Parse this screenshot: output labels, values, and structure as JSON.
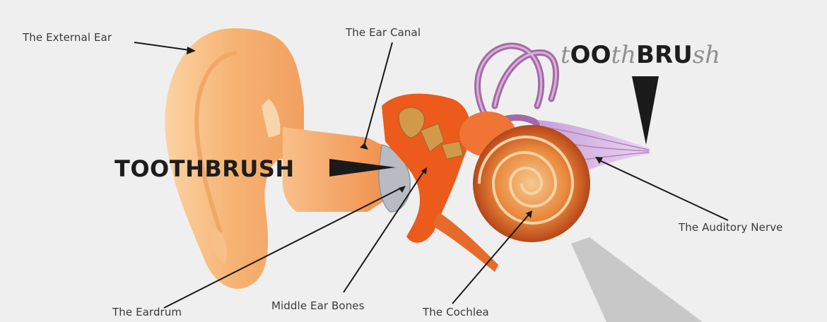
{
  "labels": {
    "external_ear": "The External Ear",
    "ear_canal": "The Ear Canal",
    "auditory_nerve": "The Auditory Nerve",
    "eardrum": "The Eardrum",
    "middle_ear_bones": "Middle Ear Bones",
    "cochlea": "The Cochlea"
  },
  "callout_upper": "TOOTHBRUSH",
  "callout_mixed": [
    {
      "t": "t",
      "style": "lo"
    },
    {
      "t": "OO",
      "style": "up"
    },
    {
      "t": "th",
      "style": "lo"
    },
    {
      "t": "BRU",
      "style": "up"
    },
    {
      "t": "sh",
      "style": "lo"
    }
  ],
  "colors": {
    "background": "#efefef",
    "ear_skin": "#f7b978",
    "canal": "#f39a55",
    "middle_ear": "#ee5a1a",
    "cochlea": "#e07a30",
    "nerve": "#b88ac8",
    "text": "#3a3a3a"
  }
}
